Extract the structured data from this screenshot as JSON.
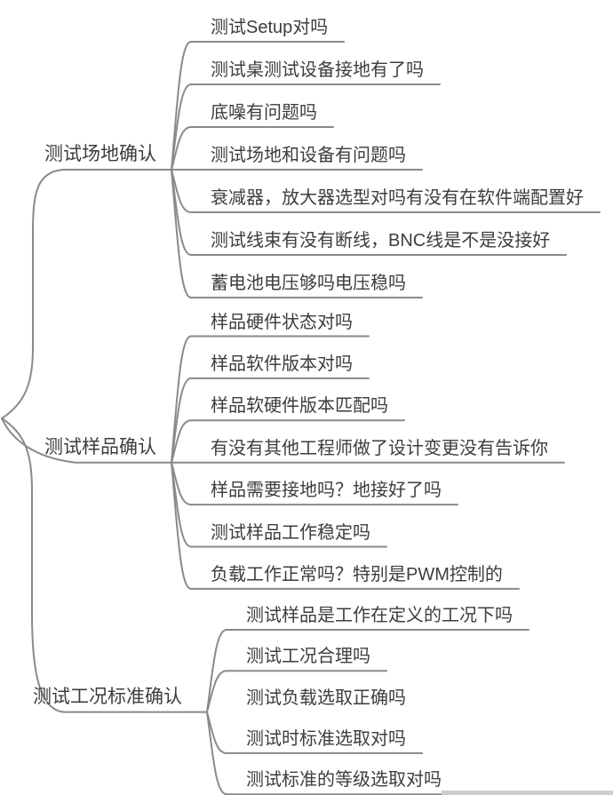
{
  "mindmap": {
    "branches": [
      {
        "label": "测试场地确认",
        "children": [
          "测试Setup对吗",
          "测试桌测试设备接地有了吗",
          "底噪有问题吗",
          "测试场地和设备有问题吗",
          "衰减器，放大器选型对吗有没有在软件端配置好",
          "测试线束有没有断线，BNC线是不是没接好",
          "蓄电池电压够吗电压稳吗"
        ]
      },
      {
        "label": "测试样品确认",
        "children": [
          "样品硬件状态对吗",
          "样品软件版本对吗",
          "样品软硬件版本匹配吗",
          "有没有其他工程师做了设计变更没有告诉你",
          "样品需要接地吗？地接好了吗",
          "测试样品工作稳定吗",
          "负载工作正常吗？特别是PWM控制的"
        ]
      },
      {
        "label": "测试工况标准确认",
        "children": [
          "测试样品是工作在定义的工况下吗",
          "测试工况合理吗",
          "测试负载选取正确吗",
          "测试时标准选取对吗",
          "测试标准的等级选取对吗"
        ]
      }
    ],
    "colors": {
      "text": "#3d3d3d",
      "line": "#8a8a8a",
      "background": "#ffffff"
    }
  }
}
